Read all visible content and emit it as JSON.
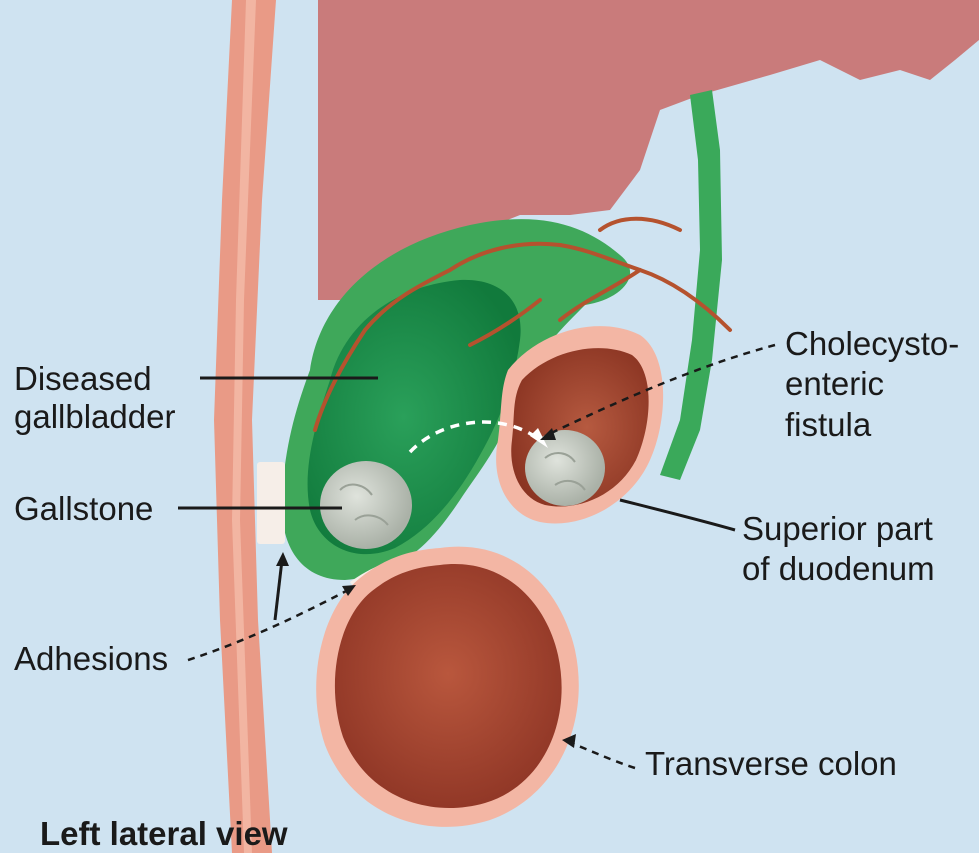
{
  "labels": {
    "diseased_gallbladder": [
      "Diseased",
      "gallbladder"
    ],
    "gallstone": "Gallstone",
    "adhesions": "Adhesions",
    "cholecystoenteric_fistula": [
      "Cholecysto-",
      "enteric",
      "fistula"
    ],
    "superior_part_duodenum": [
      "Superior part",
      "of duodenum"
    ],
    "transverse_colon": "Transverse colon"
  },
  "view_title": "Left lateral view",
  "colors": {
    "background": "#cfe3f1",
    "liver": "#c97b7b",
    "gallbladder_wall": "#3fa85a",
    "gallbladder_lumen": "#1f8a4a",
    "bile_duct": "#3aa95a",
    "vessels": "#b5522e",
    "duodenum_lumen": "#9e3b2a",
    "colon_lumen": "#a5452f",
    "serosa": "#f3b6a4",
    "abdominal_wall": "#e99a86",
    "gallstone": "#c9cfc6"
  }
}
